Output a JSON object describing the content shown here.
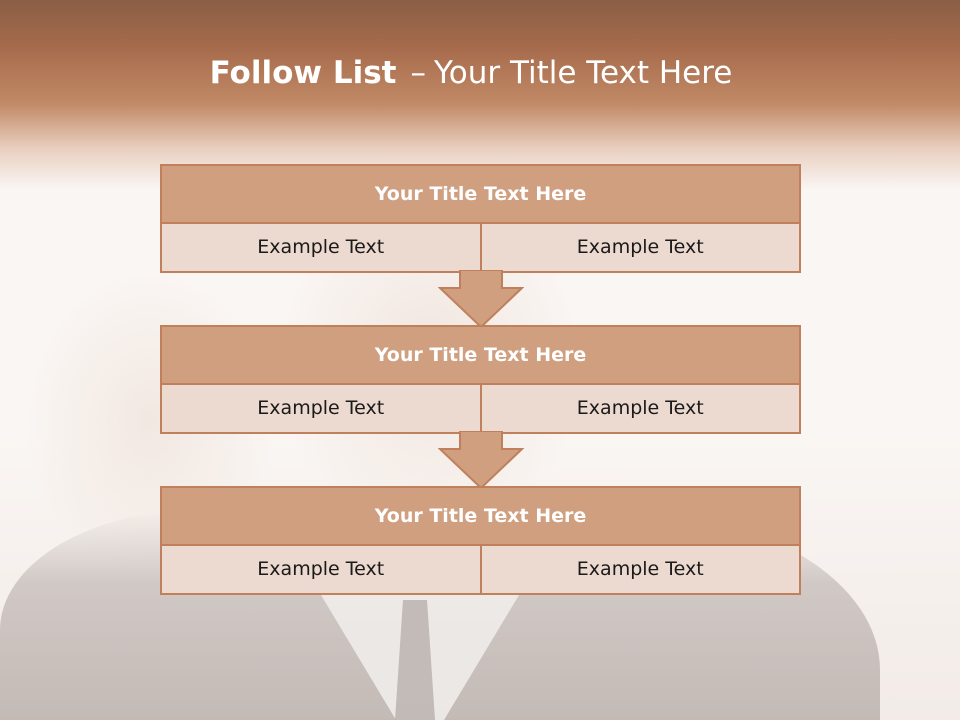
{
  "slide": {
    "title_bold": "Follow List",
    "title_sep": "–",
    "title_rest": "Your Title Text Here"
  },
  "colors": {
    "header": "#a66b4c",
    "block_title_bg": "#cf9f80",
    "cell_bg": "#ecd9d0",
    "border": "#c0805c"
  },
  "blocks": [
    {
      "title": "Your Title Text Here",
      "left": "Example Text",
      "right": "Example Text"
    },
    {
      "title": "Your Title Text Here",
      "left": "Example Text",
      "right": "Example Text"
    },
    {
      "title": "Your Title Text Here",
      "left": "Example Text",
      "right": "Example Text"
    }
  ],
  "icons": {
    "connector": "down-arrow-icon"
  }
}
